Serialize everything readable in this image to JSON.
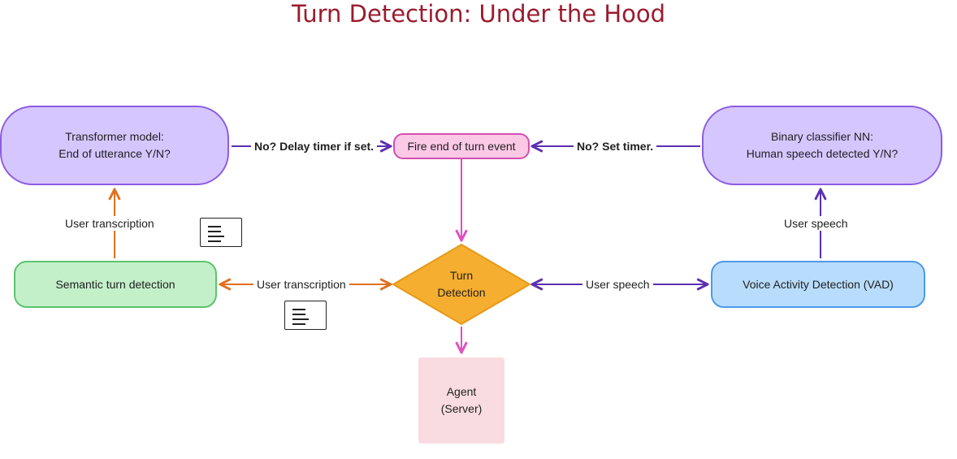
{
  "title": "Turn Detection: Under the Hood",
  "nodes": {
    "transformer": {
      "label": "Transformer model:\nEnd of utterance Y/N?"
    },
    "fire_event": {
      "label": "Fire end of turn event"
    },
    "binary_classifier": {
      "label": "Binary classifier NN:\nHuman speech detected Y/N?"
    },
    "semantic": {
      "label": "Semantic turn detection"
    },
    "turn_detection": {
      "label": "Turn\nDetection"
    },
    "vad": {
      "label": "Voice Activity Detection (VAD)"
    },
    "agent": {
      "label": "Agent\n(Server)"
    }
  },
  "edges": {
    "no_delay": "No? Delay timer if set.",
    "no_set_timer": "No? Set timer.",
    "user_transcription_left": "User transcription",
    "user_transcription_mid": "User transcription",
    "user_speech_mid": "User speech",
    "user_speech_right": "User speech"
  },
  "icons": [
    "document-icon",
    "document-icon"
  ],
  "colors": {
    "title": "#9b1b2e",
    "purple_fill": "#d6c6ff",
    "purple_border": "#8a5de0",
    "pink_fill": "#fbc9e6",
    "pink_border": "#d44fb0",
    "green_fill": "#c3efc9",
    "green_border": "#5cc46e",
    "blue_fill": "#b8dcfb",
    "blue_border": "#4d9ae8",
    "diamond_fill": "#f5ae2f",
    "agent_fill": "#f9dce1",
    "arrow_orange": "#e0701f",
    "arrow_purple": "#5a2fb0",
    "arrow_magenta": "#e04fbf"
  }
}
